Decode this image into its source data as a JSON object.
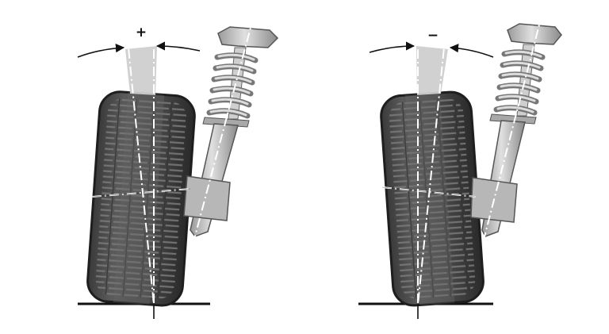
{
  "diagram": {
    "panels": [
      {
        "id": "positive",
        "sign": "+",
        "tilt": "top-out"
      },
      {
        "id": "negative",
        "sign": "−",
        "tilt": "top-in"
      }
    ],
    "colors": {
      "tire": "#555555",
      "tire_dark": "#2e2e2e",
      "tread": "#6a6a6a",
      "strut": "#bdbdbd",
      "strut_dark": "#8a8a8a",
      "ground": "#111111",
      "angle_wedge": "#c8c8c8"
    }
  }
}
